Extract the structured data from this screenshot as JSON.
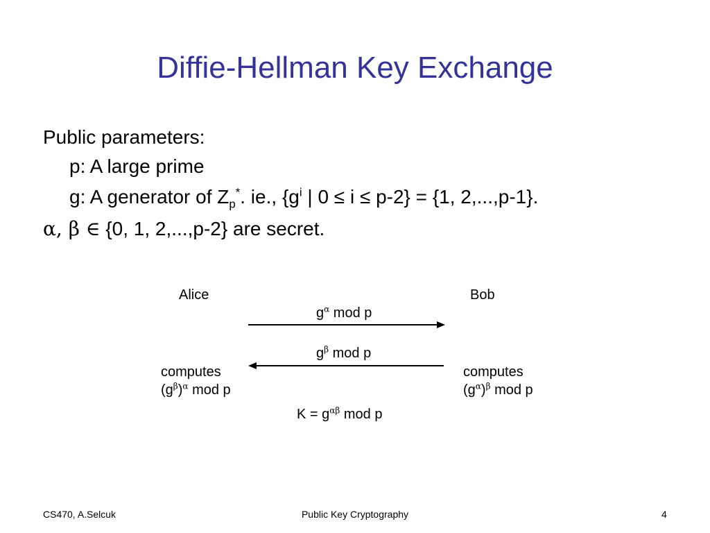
{
  "slide": {
    "title": "Diffie-Hellman Key Exchange",
    "public_params": "Public parameters:",
    "p_line": "p:  A large prime",
    "g_prefix": "g:  A generator of Z",
    "g_sub": "p",
    "g_sup": "*",
    "g_mid": ". ie., {g",
    "g_sup_i": "i",
    "g_suffix": " | 0 ≤ i ≤ p-2}  =  {1, 2,...,p-1}.",
    "secret_greek": "α, β ∈",
    "secret_text": " {0, 1, 2,...,p-2}  are secret."
  },
  "diagram": {
    "alice": "Alice",
    "bob": "Bob",
    "msg1_base": "g",
    "msg1_exp": "α",
    "msg1_tail": " mod p",
    "msg2_base": "g",
    "msg2_exp": "β",
    "msg2_tail": " mod p",
    "alice_computes": "computes",
    "alice_formula_a": "(g",
    "alice_formula_b": "β",
    "alice_formula_c": ")",
    "alice_formula_d": "α",
    "alice_formula_e": " mod p",
    "bob_computes": "computes",
    "bob_formula_a": "(g",
    "bob_formula_b": "α",
    "bob_formula_c": ")",
    "bob_formula_d": "β",
    "bob_formula_e": " mod p",
    "key_prefix": "K = g",
    "key_exp": "αβ",
    "key_tail": " mod p"
  },
  "footer": {
    "left": "CS470, A.Selcuk",
    "center": "Public Key Cryptography",
    "right": "4"
  },
  "colors": {
    "title": "#333399",
    "text": "#000000",
    "background": "#ffffff"
  }
}
